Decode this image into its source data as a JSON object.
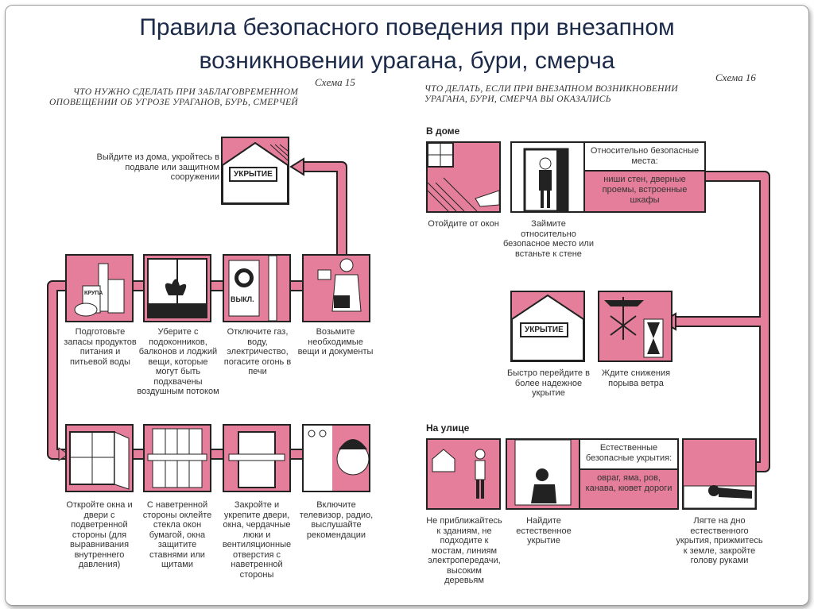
{
  "title": {
    "line1": "Правила безопасного поведения при внезапном",
    "line2": "возникновении урагана, бури, смерча"
  },
  "left": {
    "scheme": "Схема 15",
    "header_line1": "что нужно сделать при заблаговременном",
    "header_line2": "оповещении об угрозе ураганов, бурь, смерчей",
    "shelter_label": "УКРЫТИЕ",
    "shelter_caption": "Выйдите из дома, укройтесь в подвале или защитном сооружении",
    "switch_label": "ВЫКЛ.",
    "food_label": "КРУПА",
    "step1": "Подготовьте запасы продуктов питания и питьевой воды",
    "step2": "Уберите с подоконников, балконов и лоджий вещи, которые могут быть подхвачены воздушным потоком",
    "step3": "Отключите газ, воду, электричество, погасите огонь в печи",
    "step4": "Возьмите необходимые вещи и документы",
    "step5": "Откройте окна и двери с подветренной стороны (для выравнивания внутреннего давления)",
    "step6": "С наветренной стороны оклейте стекла окон бумагой, окна защитите ставнями или щитами",
    "step7": "Закройте и укрепите двери, окна, чердачные люки и вентиляционные отверстия с наветренной стороны",
    "step8": "Включите телевизор, радио, выслушайте рекомендации"
  },
  "right": {
    "scheme": "Схема 16",
    "header_line1": "что делать, если при внезапном возникновении",
    "header_line2": "урагана, бури, смерча вы оказались",
    "home_label": "В доме",
    "street_label": "На улице",
    "home_step1": "Отойдите от окон",
    "home_step2": "Займите относительно безопасное место или встаньте к стене",
    "safe_places_title": "Относительно безопасные места:",
    "safe_places_list": "ниши стен, дверные проемы, встроенные шкафы",
    "shelter_label": "УКРЫТИЕ",
    "move_caption": "Быстро перейдите в более надежное укрытие",
    "wait_caption": "Ждите снижения порыва ветра",
    "street_step1": "Не приближайтесь к зданиям, не подходите к мостам, линиям электропередачи, высоким деревьям",
    "street_step2": "Найдите естественное укрытие",
    "natural_title": "Естественные безопасные укрытия:",
    "natural_list": "овраг, яма, ров, канава, кювет дороги",
    "street_step3": "Лягте на дно естественного укрытия, прижмитесь к земле, закройте голову руками"
  },
  "colors": {
    "accent": "#e57e9a",
    "title": "#1c2a4a"
  }
}
